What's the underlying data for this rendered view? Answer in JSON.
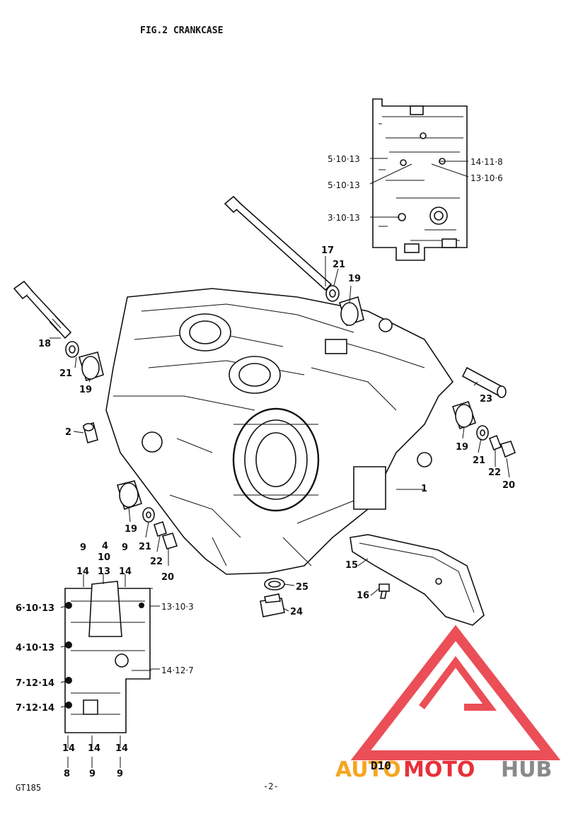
{
  "header": {
    "title": "FIG.2  CRANKCASE"
  },
  "footer": {
    "model": "GT185",
    "page": "-2-",
    "code": "D10"
  },
  "watermark": {
    "text_a": "AUTO",
    "text_b": "MOTO",
    "text_c": "HUB",
    "color": "#e8303a",
    "accent": "#f5a623",
    "gray": "#8a8a8a"
  },
  "parts": {
    "p1": "1",
    "p2": "2",
    "p15": "15",
    "p16": "16",
    "p17": "17",
    "p18": "18",
    "p19a": "19",
    "p19b": "19",
    "p19c": "19",
    "p19d": "19",
    "p20a": "20",
    "p20b": "20",
    "p21a": "21",
    "p21b": "21",
    "p21c": "21",
    "p21d": "21",
    "p22a": "22",
    "p22b": "22",
    "p23": "23",
    "p24": "24",
    "p25": "25"
  },
  "inset_top": {
    "c1": "5·10·13",
    "c2": "5·10·13",
    "c3": "3·10·13",
    "c4": "14·11·8",
    "c5": "13·10·6"
  },
  "inset_bottom": {
    "t1a": "9",
    "t1b": "14",
    "t2a": "4",
    "t2b": "10",
    "t2c": "13",
    "t3a": "9",
    "t3b": "14",
    "l1": "6·10·13",
    "l2": "4·10·13",
    "l3": "7·12·14",
    "l4": "7·12·14",
    "r1": "13·10·3",
    "r2": "14·12·7",
    "b1a": "14",
    "b1b": "8",
    "b2a": "14",
    "b2b": "9",
    "b3a": "14",
    "b3b": "9"
  }
}
